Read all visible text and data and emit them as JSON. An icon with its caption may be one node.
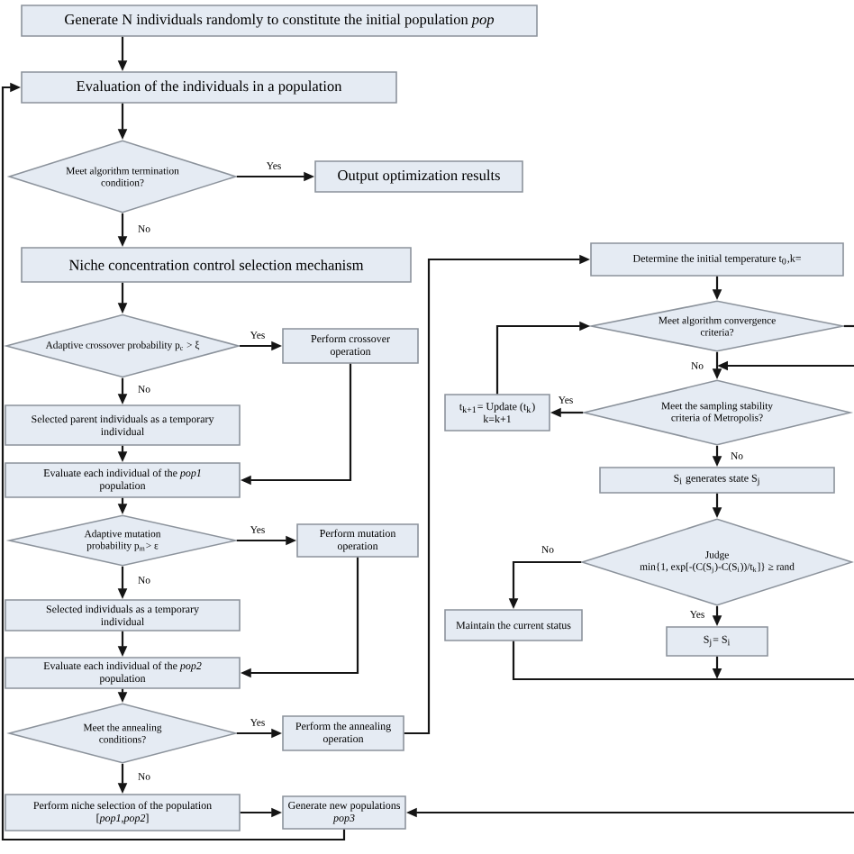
{
  "diagram": {
    "nodes": [
      {
        "text": [
          "Generate N individuals randomly to constitute the initial population *pop*"
        ]
      },
      {
        "text": [
          "Evaluation of the individuals in a population"
        ]
      },
      {
        "text": [
          "Meet algorithm termination condition?"
        ]
      },
      {
        "text": [
          "Output optimization results"
        ]
      },
      {
        "text": [
          "Niche concentration control selection mechanism"
        ]
      },
      {
        "text": [
          "Adaptive crossover probability p$_{c}$ > ξ"
        ]
      },
      {
        "text": [
          "Perform crossover operation"
        ]
      },
      {
        "text": [
          "Selected parent individuals as a temporary individual"
        ]
      },
      {
        "text": [
          "Evaluate each individual of the *pop1* population"
        ]
      },
      {
        "text": [
          "Adaptive mutation probability p$_{m}$> ε"
        ]
      },
      {
        "text": [
          "Perform mutation operation"
        ]
      },
      {
        "text": [
          "Selected individuals as a temporary individual"
        ]
      },
      {
        "text": [
          "Evaluate each individual of the *pop2* population"
        ]
      },
      {
        "text": [
          "Meet the annealing conditions?"
        ]
      },
      {
        "text": [
          "Perform the annealing operation"
        ]
      },
      {
        "text": [
          "Perform niche selection of the population [*pop1*,*pop2*]"
        ]
      },
      {
        "text": [
          "Generate new populations *pop3*"
        ]
      },
      {
        "text": [
          "Determine the initial temperature t$_{0}$,k="
        ]
      },
      {
        "text": [
          "Meet algorithm convergence criteria?"
        ]
      },
      {
        "text": [
          "t$_{k+1}$= Update (t$_{k}$)",
          "k=k+1"
        ]
      },
      {
        "text": [
          "Meet the sampling stability criteria of Metropolis?"
        ]
      },
      {
        "text": [
          "S$_{i}$ generates state S$_{j}$"
        ]
      },
      {
        "text": [
          "Judge",
          "min{1, exp[-(C(S$_{j}$)-C(S$_{i}$))/t$_{k}$]} ≥ rand"
        ]
      },
      {
        "text": [
          "Maintain the current status"
        ]
      },
      {
        "text": [
          "S$_{j}$= S$_{i}$"
        ]
      }
    ],
    "edges": [
      {
        "from": 0,
        "to": 1,
        "arrow": "to"
      },
      {
        "from": 1,
        "to": 2,
        "arrow": "to"
      },
      {
        "from": 2,
        "to": 3,
        "arrow": "to",
        "label": "Yes"
      },
      {
        "from": 2,
        "to": 4,
        "arrow": "to",
        "label": "No"
      },
      {
        "from": 4,
        "to": 5,
        "arrow": "to"
      },
      {
        "from": 5,
        "to": 6,
        "arrow": "to",
        "label": "Yes"
      },
      {
        "from": 5,
        "to": 7,
        "arrow": "to",
        "label": "No"
      },
      {
        "from": 6,
        "to": 8,
        "arrow": "to"
      },
      {
        "from": 7,
        "to": 8,
        "arrow": "to"
      },
      {
        "from": 8,
        "to": 9,
        "arrow": "to"
      },
      {
        "from": 9,
        "to": 10,
        "arrow": "to",
        "label": "Yes"
      },
      {
        "from": 9,
        "to": 11,
        "arrow": "to",
        "label": "No"
      },
      {
        "from": 10,
        "to": 12,
        "arrow": "to"
      },
      {
        "from": 11,
        "to": 12,
        "arrow": "to"
      },
      {
        "from": 12,
        "to": 13,
        "arrow": "to"
      },
      {
        "from": 13,
        "to": 14,
        "arrow": "to",
        "label": "Yes"
      },
      {
        "from": 13,
        "to": 15,
        "arrow": "to",
        "label": "No"
      },
      {
        "from": 15,
        "to": 16,
        "arrow": "to"
      },
      {
        "from": 16,
        "to": 1,
        "arrow": "to"
      },
      {
        "from": 14,
        "to": 17,
        "arrow": "to"
      },
      {
        "from": 17,
        "to": 18,
        "arrow": "to"
      },
      {
        "from": 18,
        "to": 20,
        "arrow": "to",
        "label": "No"
      },
      {
        "from": 20,
        "to": 19,
        "arrow": "to",
        "label": "Yes"
      },
      {
        "from": 19,
        "to": 18,
        "arrow": "to"
      },
      {
        "from": 20,
        "to": 21,
        "arrow": "to",
        "label": "No"
      },
      {
        "from": 21,
        "to": 22,
        "arrow": "to"
      },
      {
        "from": 22,
        "to": 23,
        "arrow": "to",
        "label": "No"
      },
      {
        "from": 22,
        "to": 24,
        "arrow": "to",
        "label": "Yes"
      },
      {
        "from": 23,
        "to": null,
        "arrow": "none"
      },
      {
        "from": 24,
        "to": null,
        "arrow": "to"
      },
      {
        "from": null,
        "to": 20,
        "arrow": "to"
      },
      {
        "from": null,
        "to": 16,
        "arrow": "to"
      },
      {
        "from": 18,
        "to": null,
        "arrow": "none"
      }
    ]
  }
}
